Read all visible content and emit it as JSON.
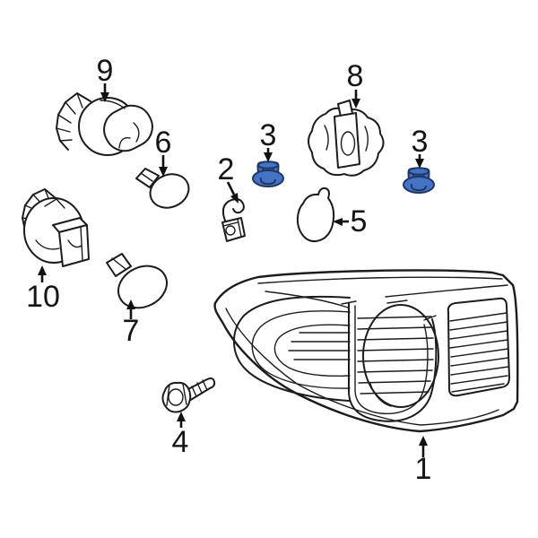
{
  "diagram": {
    "type": "exploded-parts-diagram",
    "background_color": "#ffffff",
    "line_color": "#1c1c1c",
    "accent_fill_color": "#4472c4",
    "accent_stroke_color": "#1f3864"
  },
  "callouts": {
    "part1": "1",
    "part2": "2",
    "part3_left": "3",
    "part3_right": "3",
    "part4": "4",
    "part5": "5",
    "part6": "6",
    "part7": "7",
    "part8": "8",
    "part9": "9",
    "part10": "10"
  }
}
